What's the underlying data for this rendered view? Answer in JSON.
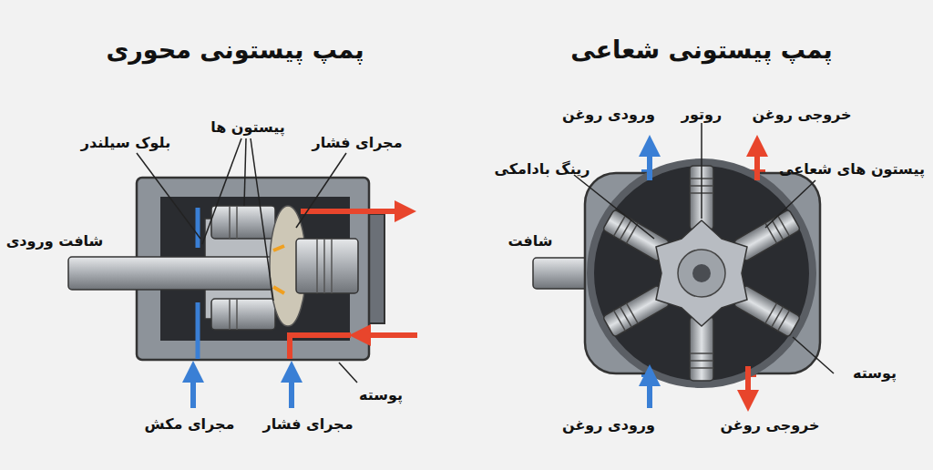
{
  "diagram": {
    "labels": [
      "پمپ پیستونی محوری",
      "پیستون ها",
      "بلوک سیلندر",
      "مجرای فشار",
      "شافت ورودی",
      "پوسته",
      "مجرای مکش",
      "مجرای فشار",
      "پمپ پیستونی شعاعی",
      "ورودی روغن",
      "روتور",
      "خروجی روغن",
      "رینگ بادامکی",
      "پیستون های شعاعی",
      "شافت",
      "پوسته",
      "ورودی روغن",
      "خروجی روغن"
    ]
  }
}
